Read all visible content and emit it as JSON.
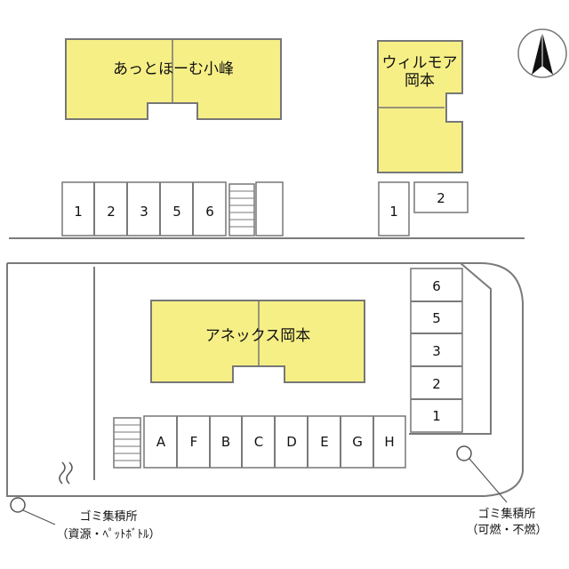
{
  "buildings": {
    "top_left": "あっとほーむ小峰",
    "top_right_line1": "ウィルモア",
    "top_right_line2": "岡本",
    "center": "アネックス岡本"
  },
  "parking": {
    "top_left_row": [
      "1",
      "2",
      "3",
      "5",
      "6"
    ],
    "top_right": [
      "1",
      "2"
    ],
    "right_column": [
      "6",
      "5",
      "3",
      "2",
      "1"
    ],
    "bottom_row": [
      "A",
      "F",
      "B",
      "C",
      "D",
      "E",
      "G",
      "H"
    ]
  },
  "garbage": {
    "left_line1": "ゴミ集積所",
    "left_line2": "（資源・ﾍﾟｯﾄﾎﾞﾄﾙ）",
    "right_line1": "ゴミ集積所",
    "right_line2": "（可燃・不燃）"
  },
  "compass": {
    "icon": "north-arrow-icon"
  }
}
